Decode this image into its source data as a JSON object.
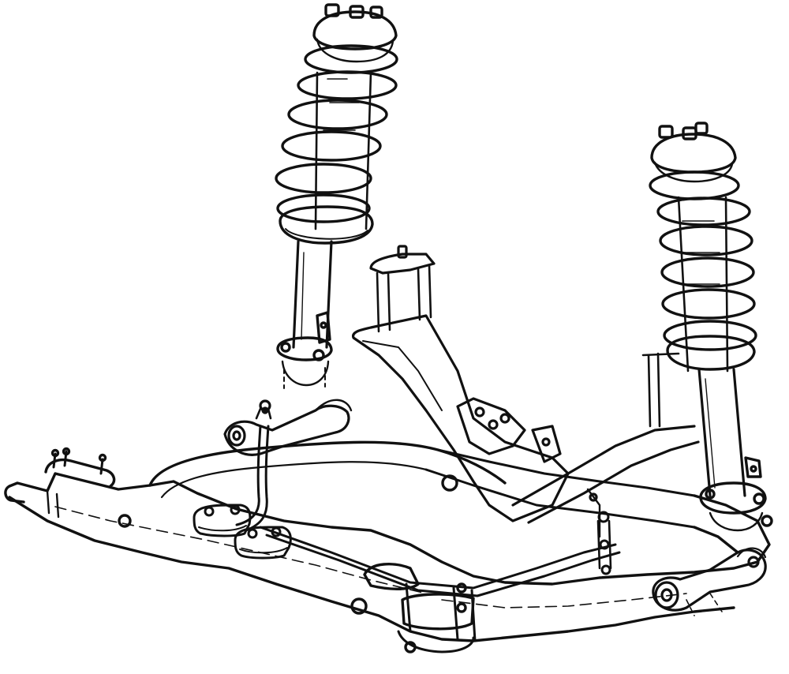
{
  "illustration": {
    "subject": "front-suspension-assembly",
    "style": "line-art",
    "colors": {
      "ink": "#111111",
      "paper": "#ffffff"
    },
    "components": [
      "left-strut-coil-spring",
      "right-strut-coil-spring",
      "subframe-crossmember",
      "center-support-bracket",
      "left-lower-control-arm",
      "right-lower-control-arm",
      "anti-roll-bar",
      "anti-roll-bar-links"
    ]
  }
}
